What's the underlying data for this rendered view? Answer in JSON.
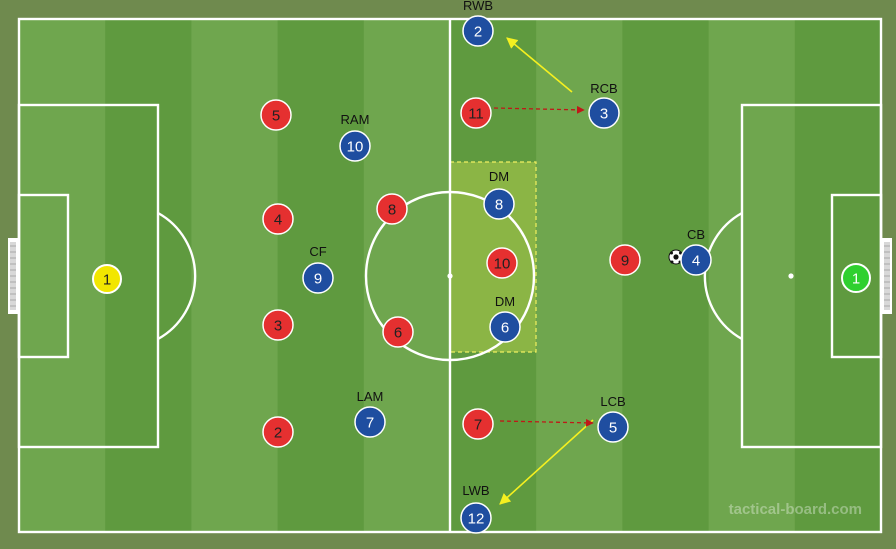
{
  "watermark": "tactical-board.com",
  "colors": {
    "red_team": "#e53030",
    "blue_team": "#1f4ea0",
    "gk_left": "#f2e600",
    "gk_right": "#2fd02f",
    "grass_light": "#6fa64e",
    "grass_dark": "#5f9a3f",
    "highlight_zone": "#a9c84a",
    "pass_arrow": "#f5f020",
    "run_arrow": "#c01818"
  },
  "players": {
    "gk_left": {
      "number": "1"
    },
    "gk_right": {
      "number": "1"
    },
    "red": [
      {
        "number": "5"
      },
      {
        "number": "4"
      },
      {
        "number": "3"
      },
      {
        "number": "2"
      },
      {
        "number": "8"
      },
      {
        "number": "6"
      },
      {
        "number": "11"
      },
      {
        "number": "10"
      },
      {
        "number": "7"
      },
      {
        "number": "9"
      }
    ],
    "blue": [
      {
        "number": "2",
        "role": "RWB"
      },
      {
        "number": "3",
        "role": "RCB"
      },
      {
        "number": "10",
        "role": "RAM"
      },
      {
        "number": "8",
        "role": "DM"
      },
      {
        "number": "9",
        "role": "CF"
      },
      {
        "number": "6",
        "role": "DM"
      },
      {
        "number": "4",
        "role": "CB"
      },
      {
        "number": "7",
        "role": "LAM"
      },
      {
        "number": "5",
        "role": "LCB"
      },
      {
        "number": "12",
        "role": "LWB"
      }
    ]
  }
}
